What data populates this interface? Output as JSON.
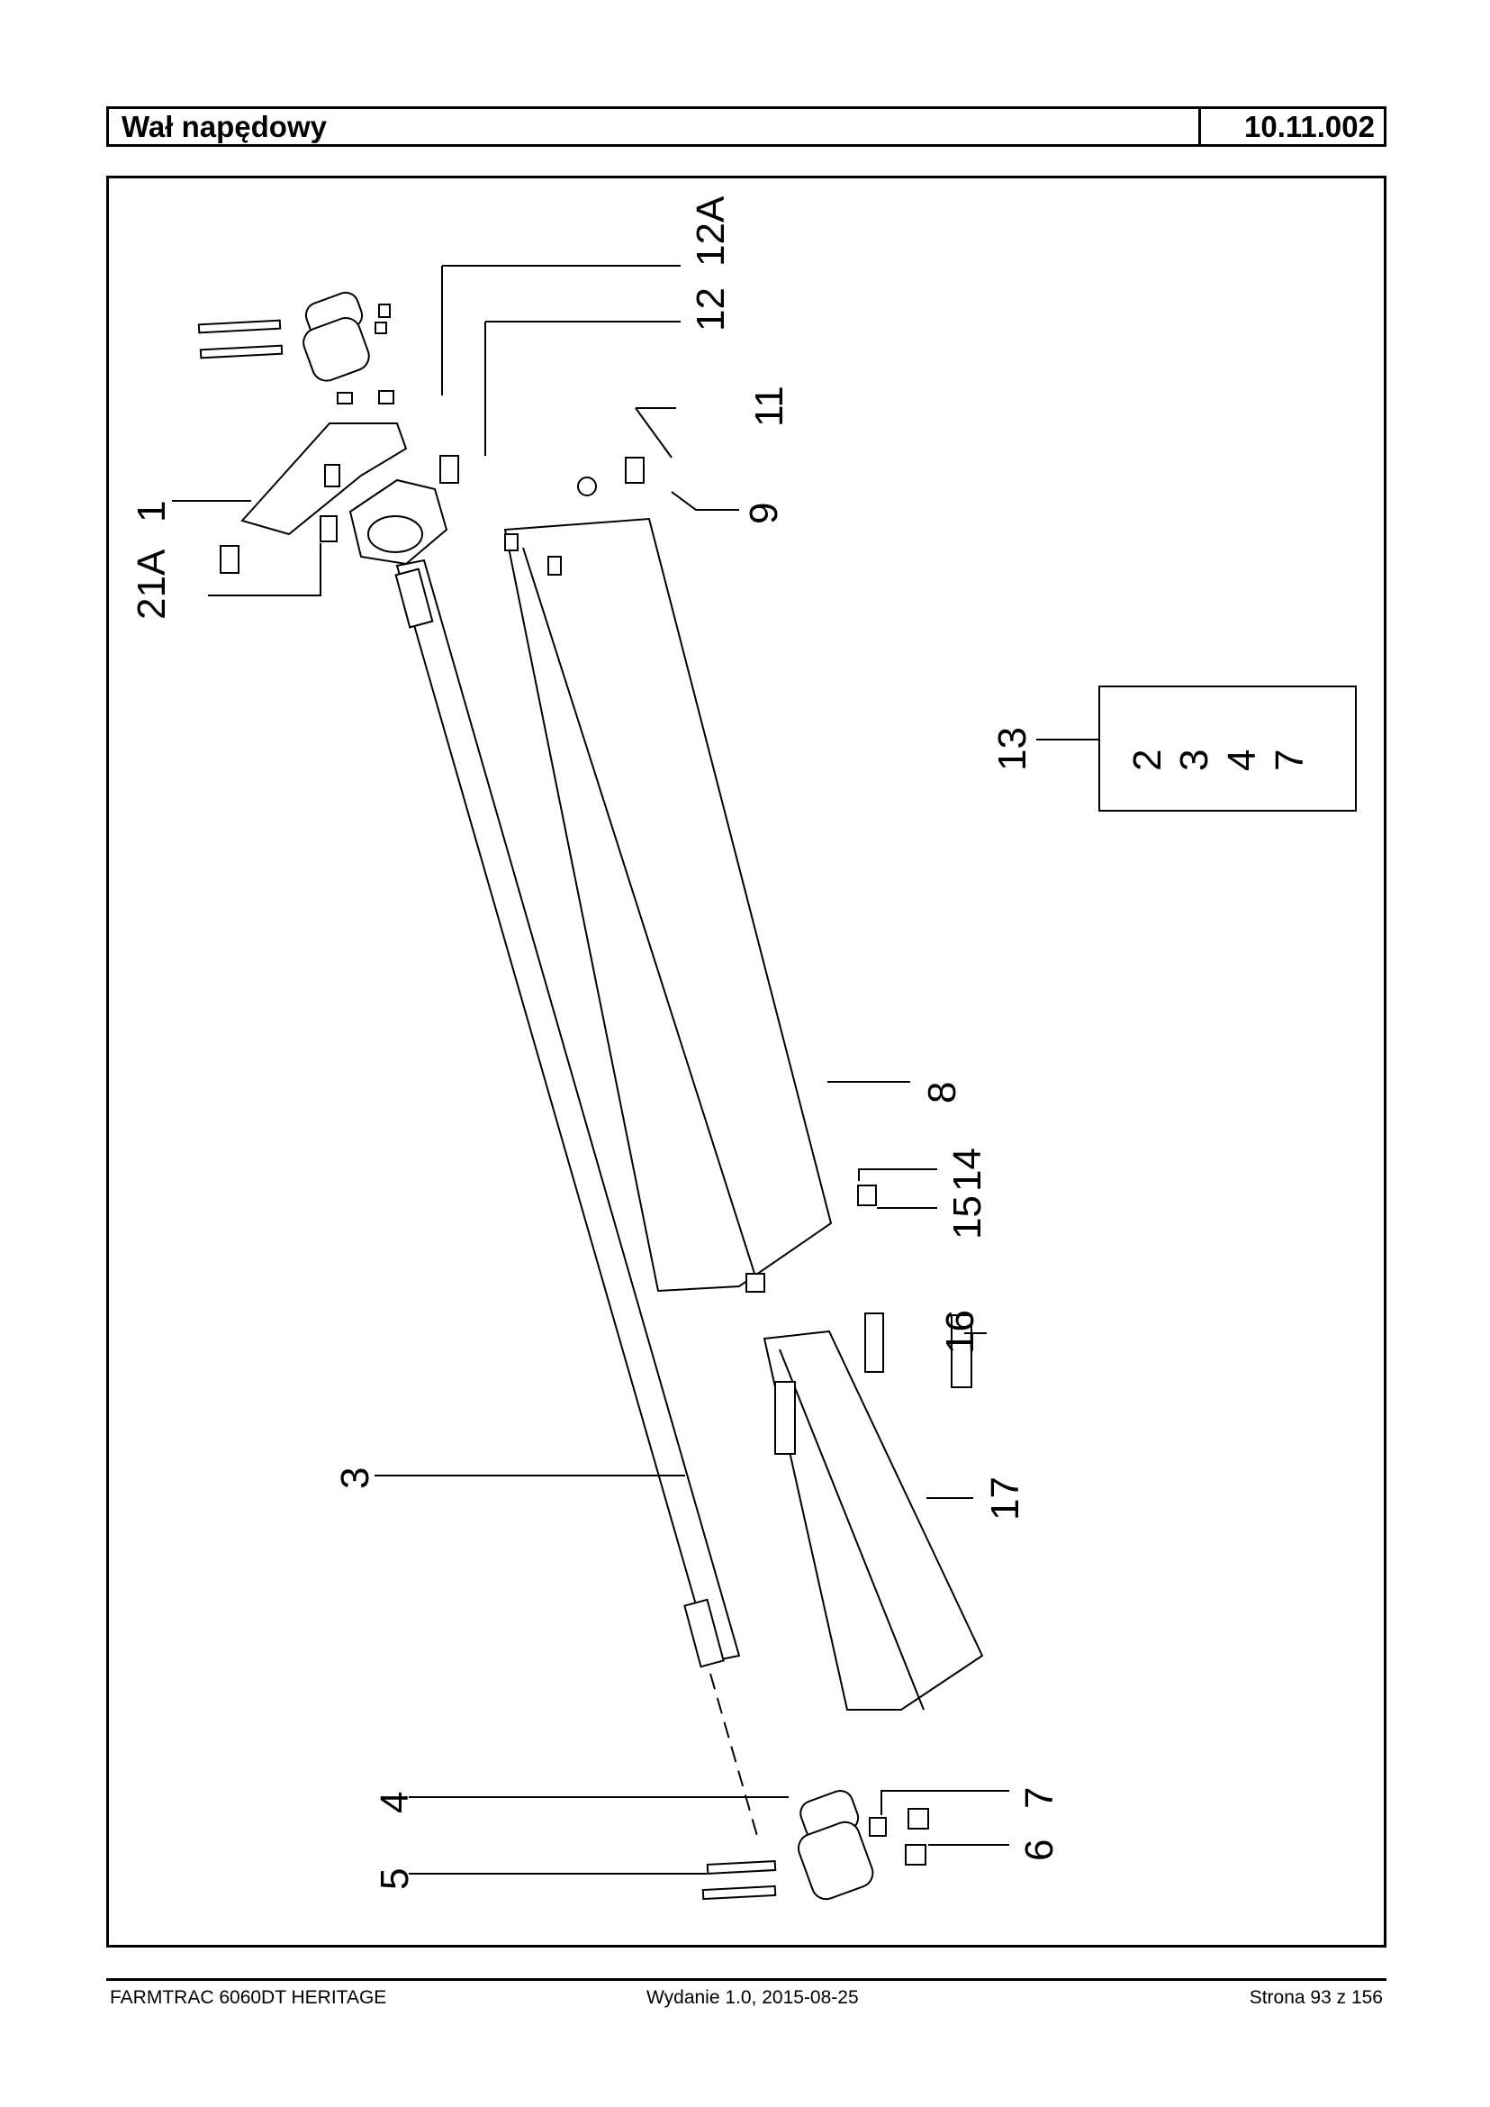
{
  "header": {
    "title": "Wał napędowy",
    "code": "10.11.002"
  },
  "diagram": {
    "callouts": [
      "1",
      "21A",
      "12",
      "12A",
      "11",
      "9",
      "13",
      "8",
      "14",
      "15",
      "16",
      "17",
      "3",
      "4",
      "5",
      "7",
      "6"
    ],
    "kit_box": [
      "2",
      "3",
      "4",
      "7"
    ]
  },
  "footer": {
    "model": "FARMTRAC 6060DT HERITAGE",
    "edition": "Wydanie 1.0,  2015-08-25",
    "page": "Strona 93 z 156"
  }
}
